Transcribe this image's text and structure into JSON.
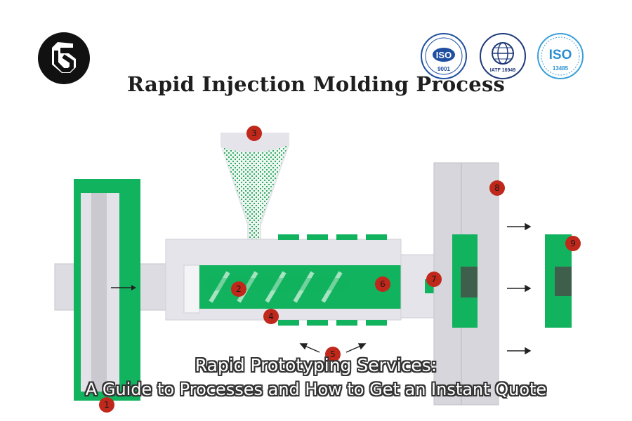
{
  "title": "Rapid Injection Molding Process",
  "caption": {
    "line1": "Rapid Prototyping Services:",
    "line2": "A Guide to Processes and How to Get an Instant Quote"
  },
  "markers": [
    "1",
    "2",
    "3",
    "4",
    "5",
    "6",
    "7",
    "8",
    "9"
  ],
  "certifications": [
    {
      "name": "ISO",
      "number": "9001"
    },
    {
      "name": "IATF 16949"
    },
    {
      "name": "ISO",
      "number": "13485"
    }
  ],
  "colors": {
    "green": "#12b35f",
    "grey": "#d6d6dc",
    "marker": "#c0281b",
    "text": "#1e1e1e"
  },
  "icons": [
    "brand-logo-icon",
    "iso-9001-seal-icon",
    "iatf-16949-seal-icon",
    "iso-13485-seal-icon"
  ]
}
